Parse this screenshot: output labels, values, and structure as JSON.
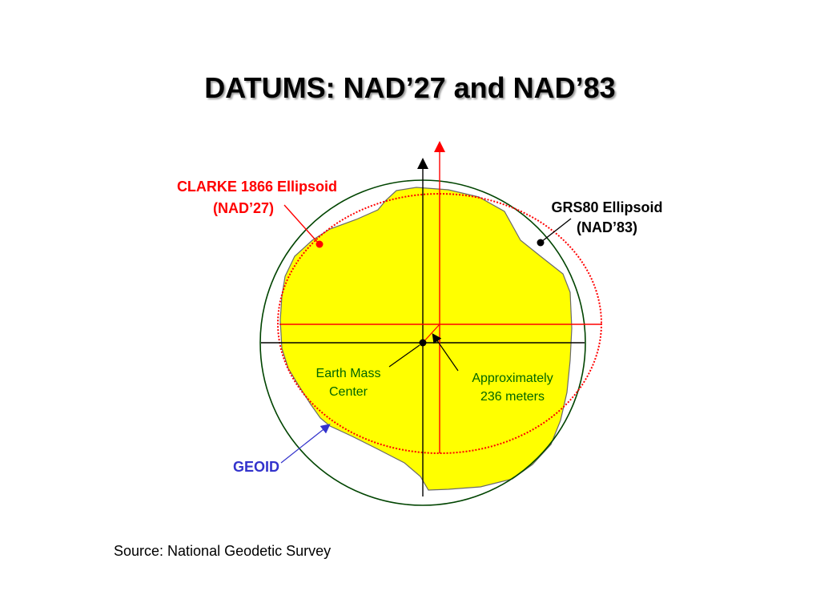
{
  "title": "DATUMS:  NAD’27 and NAD’83",
  "labels": {
    "clarke_line1": "CLARKE 1866 Ellipsoid",
    "clarke_line2": "(NAD’27)",
    "grs80_line1": "GRS80 Ellipsoid",
    "grs80_line2": "(NAD’83)",
    "earth_mass_line1": "Earth Mass",
    "earth_mass_line2": "Center",
    "approx_line1": "Approximately",
    "approx_line2": "236 meters",
    "geoid": "GEOID"
  },
  "source": "Source: National Geodetic Survey",
  "colors": {
    "geoid_fill": "#ffff00",
    "clarke": "#ff0000",
    "grs80": "#004400",
    "geoid_label": "#3333cc",
    "center_label": "#006600"
  }
}
